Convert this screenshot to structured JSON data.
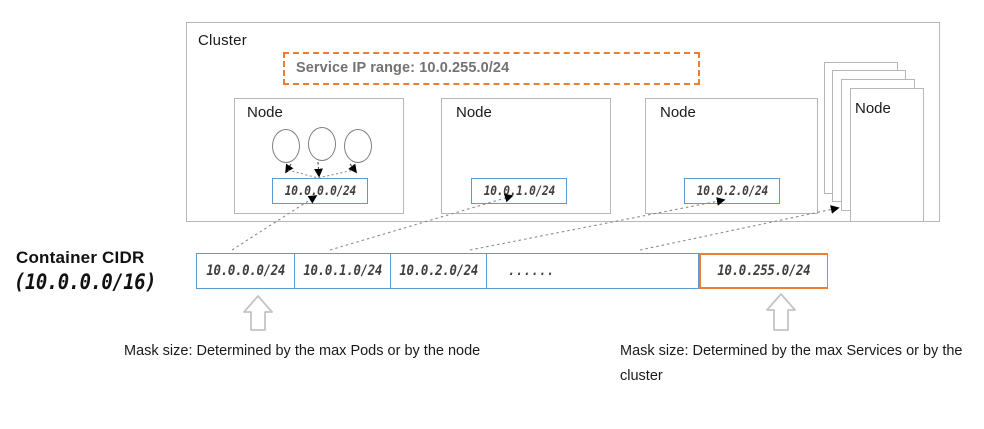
{
  "diagram": {
    "title_label": "Container CIDR",
    "title_sub": "(10.0.0.0/16)",
    "cluster": {
      "label": "Cluster",
      "service_range": {
        "label": "Service IP range: 10.0.255.0/24",
        "border_color": "#ED7D31",
        "text_color": "#767171"
      },
      "nodes": [
        {
          "label": "Node",
          "cidr": "10.0.0.0/24",
          "pods": 3,
          "stacked": false
        },
        {
          "label": "Node",
          "cidr": "10.0.1.0/24",
          "pods": 0,
          "stacked": false
        },
        {
          "label": "Node",
          "cidr": "10.0.2.0/24",
          "pods": 0,
          "stacked": false
        },
        {
          "label": "Node",
          "cidr": "",
          "pods": 0,
          "stacked": true
        }
      ]
    },
    "cidr_bar": {
      "segments": [
        {
          "label": "10.0.0.0/24",
          "kind": "pod",
          "color": "#5B9BD5"
        },
        {
          "label": "10.0.1.0/24",
          "kind": "pod",
          "color": "#5B9BD5"
        },
        {
          "label": "10.0.2.0/24",
          "kind": "pod",
          "color": "#5B9BD5"
        },
        {
          "label": "......",
          "kind": "ellipsis",
          "color": "#5B9BD5"
        },
        {
          "label": "10.0.255.0/24",
          "kind": "service",
          "color": "#ED7D31"
        }
      ]
    },
    "captions": {
      "left": "Mask size: Determined by the max Pods or by the node",
      "right": "Mask size: Determined by the max Services or by the cluster"
    },
    "colors": {
      "blue": "#5B9BD5",
      "orange": "#ED7D31",
      "box_gray": "#b7b7b7",
      "arrow_gray": "#bfbfbf",
      "text_gray": "#767171"
    }
  }
}
